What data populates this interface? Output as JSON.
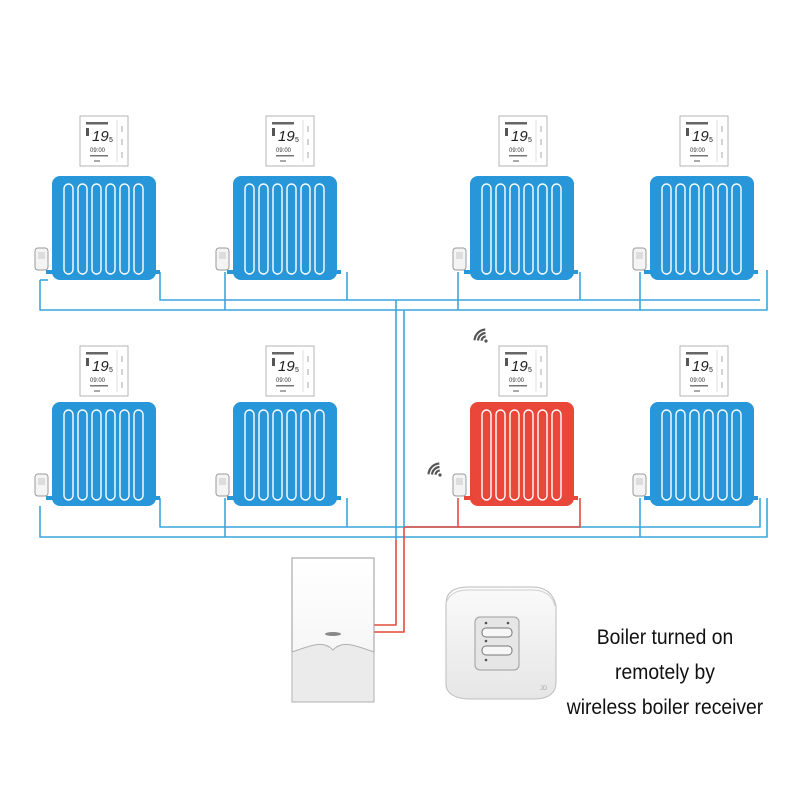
{
  "caption": {
    "line1": "Boiler turned on",
    "line2": "remotely by",
    "line3": "wireless boiler receiver"
  },
  "thermostat_display": {
    "temperature": "19",
    "temperature_decimal": "5",
    "time": "09:00"
  },
  "radiators": [
    {
      "id": "r1",
      "state": "idle"
    },
    {
      "id": "r2",
      "state": "idle"
    },
    {
      "id": "r3",
      "state": "idle"
    },
    {
      "id": "r4",
      "state": "idle"
    },
    {
      "id": "r5",
      "state": "idle"
    },
    {
      "id": "r6",
      "state": "idle"
    },
    {
      "id": "r7",
      "state": "heating",
      "wireless": true
    },
    {
      "id": "r8",
      "state": "idle"
    }
  ],
  "boiler": {
    "state": "on"
  },
  "receiver": {
    "state": "active"
  },
  "colors": {
    "idle_radiator": "#2797da",
    "heating_radiator": "#e9473a",
    "idle_pipe": "#3aa6dc",
    "heating_pipe": "#e24b3a",
    "signal": "#555555"
  }
}
